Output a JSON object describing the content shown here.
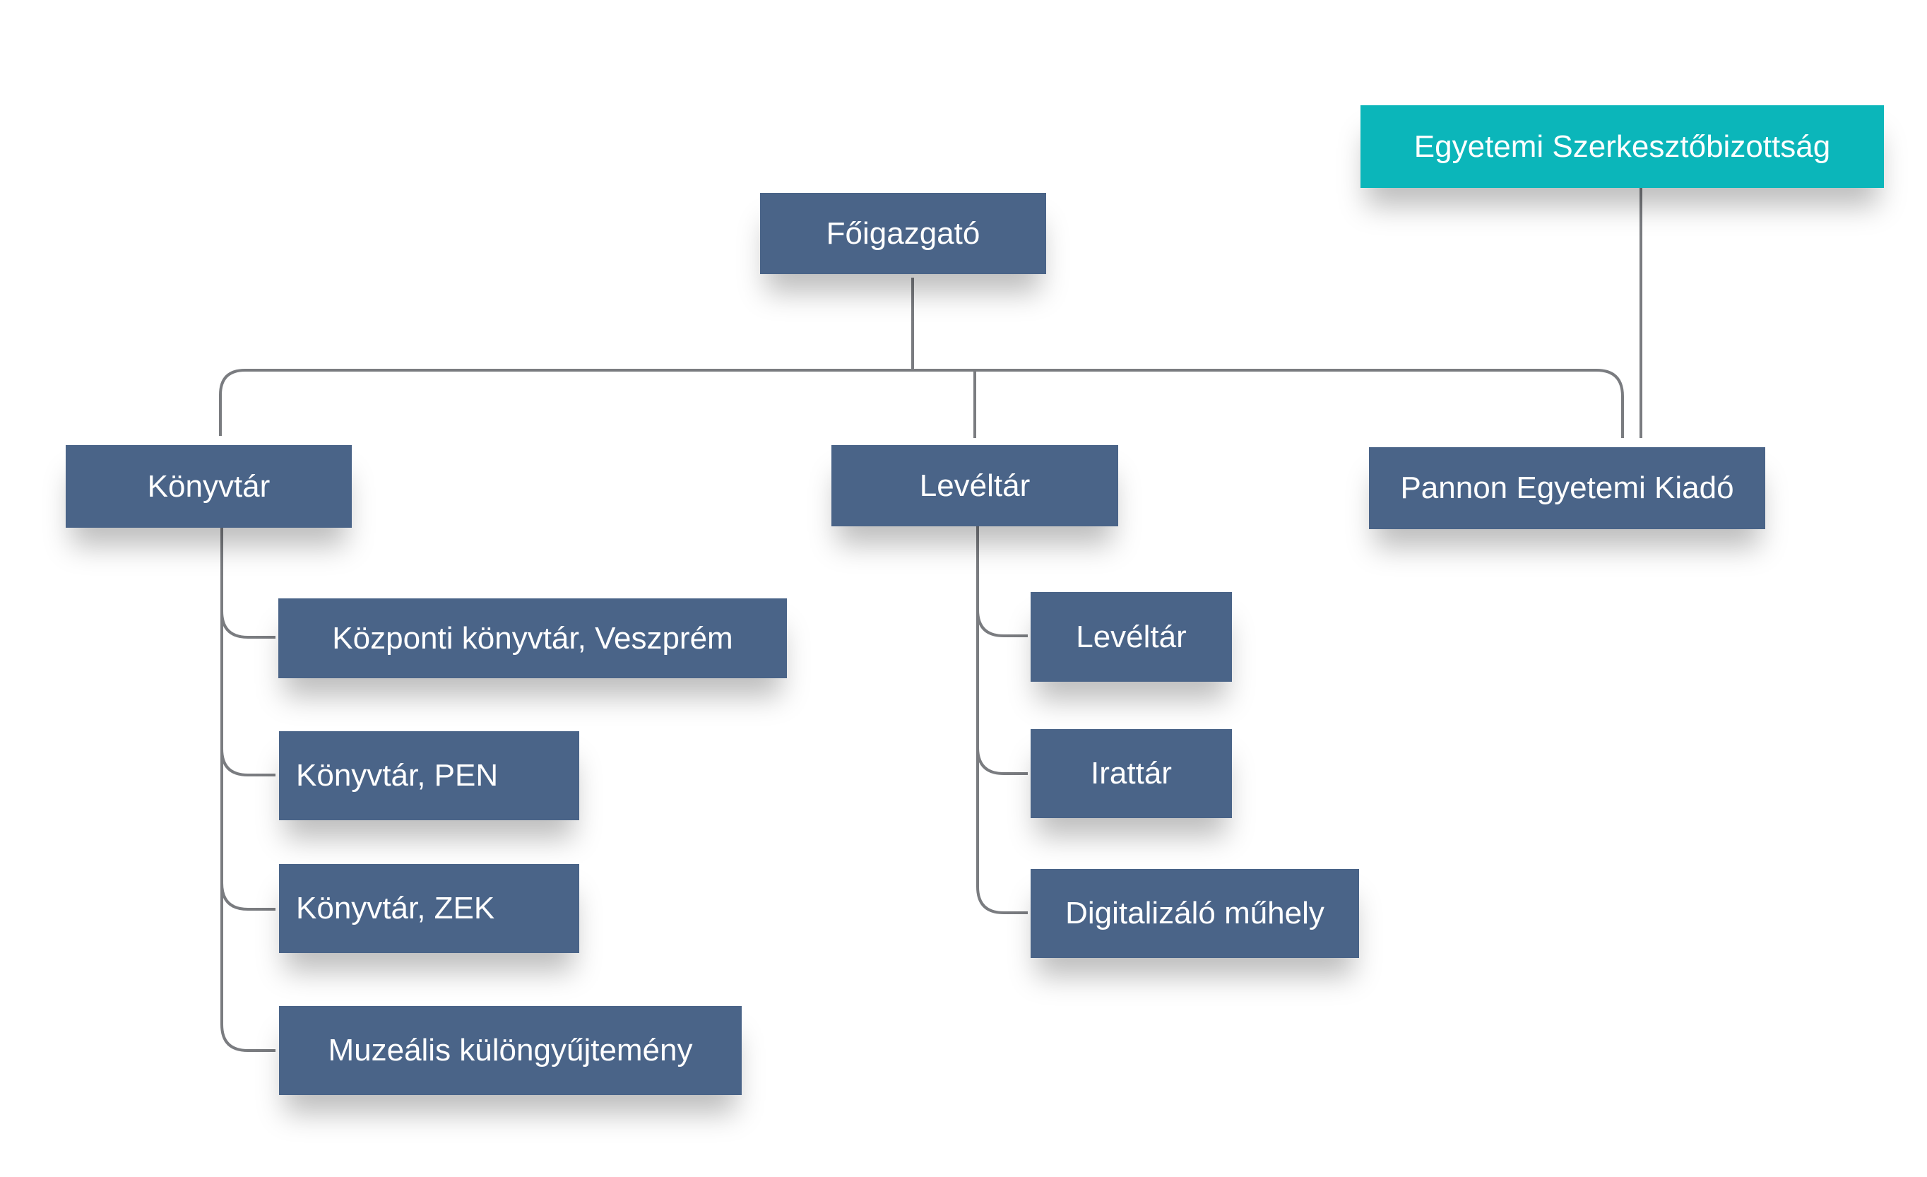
{
  "colors": {
    "node_fill": "#4a6488",
    "accent_fill": "#0bb6ba",
    "connector": "#7a7c80",
    "text": "#ffffff"
  },
  "root": {
    "label": "Főigazgató"
  },
  "editorial_board": {
    "label": "Egyetemi Szerkesztőbizottság"
  },
  "departments": [
    {
      "label": "Könyvtár",
      "children": [
        {
          "label": "Központi könyvtár, Veszprém"
        },
        {
          "label": "Könyvtár, PEN"
        },
        {
          "label": "Könyvtár, ZEK"
        },
        {
          "label": "Muzeális különgyűjtemény"
        }
      ]
    },
    {
      "label": "Levéltár",
      "children": [
        {
          "label": "Levéltár"
        },
        {
          "label": "Irattár"
        },
        {
          "label": "Digitalizáló műhely"
        }
      ]
    },
    {
      "label": "Pannon Egyetemi Kiadó",
      "children": []
    }
  ]
}
